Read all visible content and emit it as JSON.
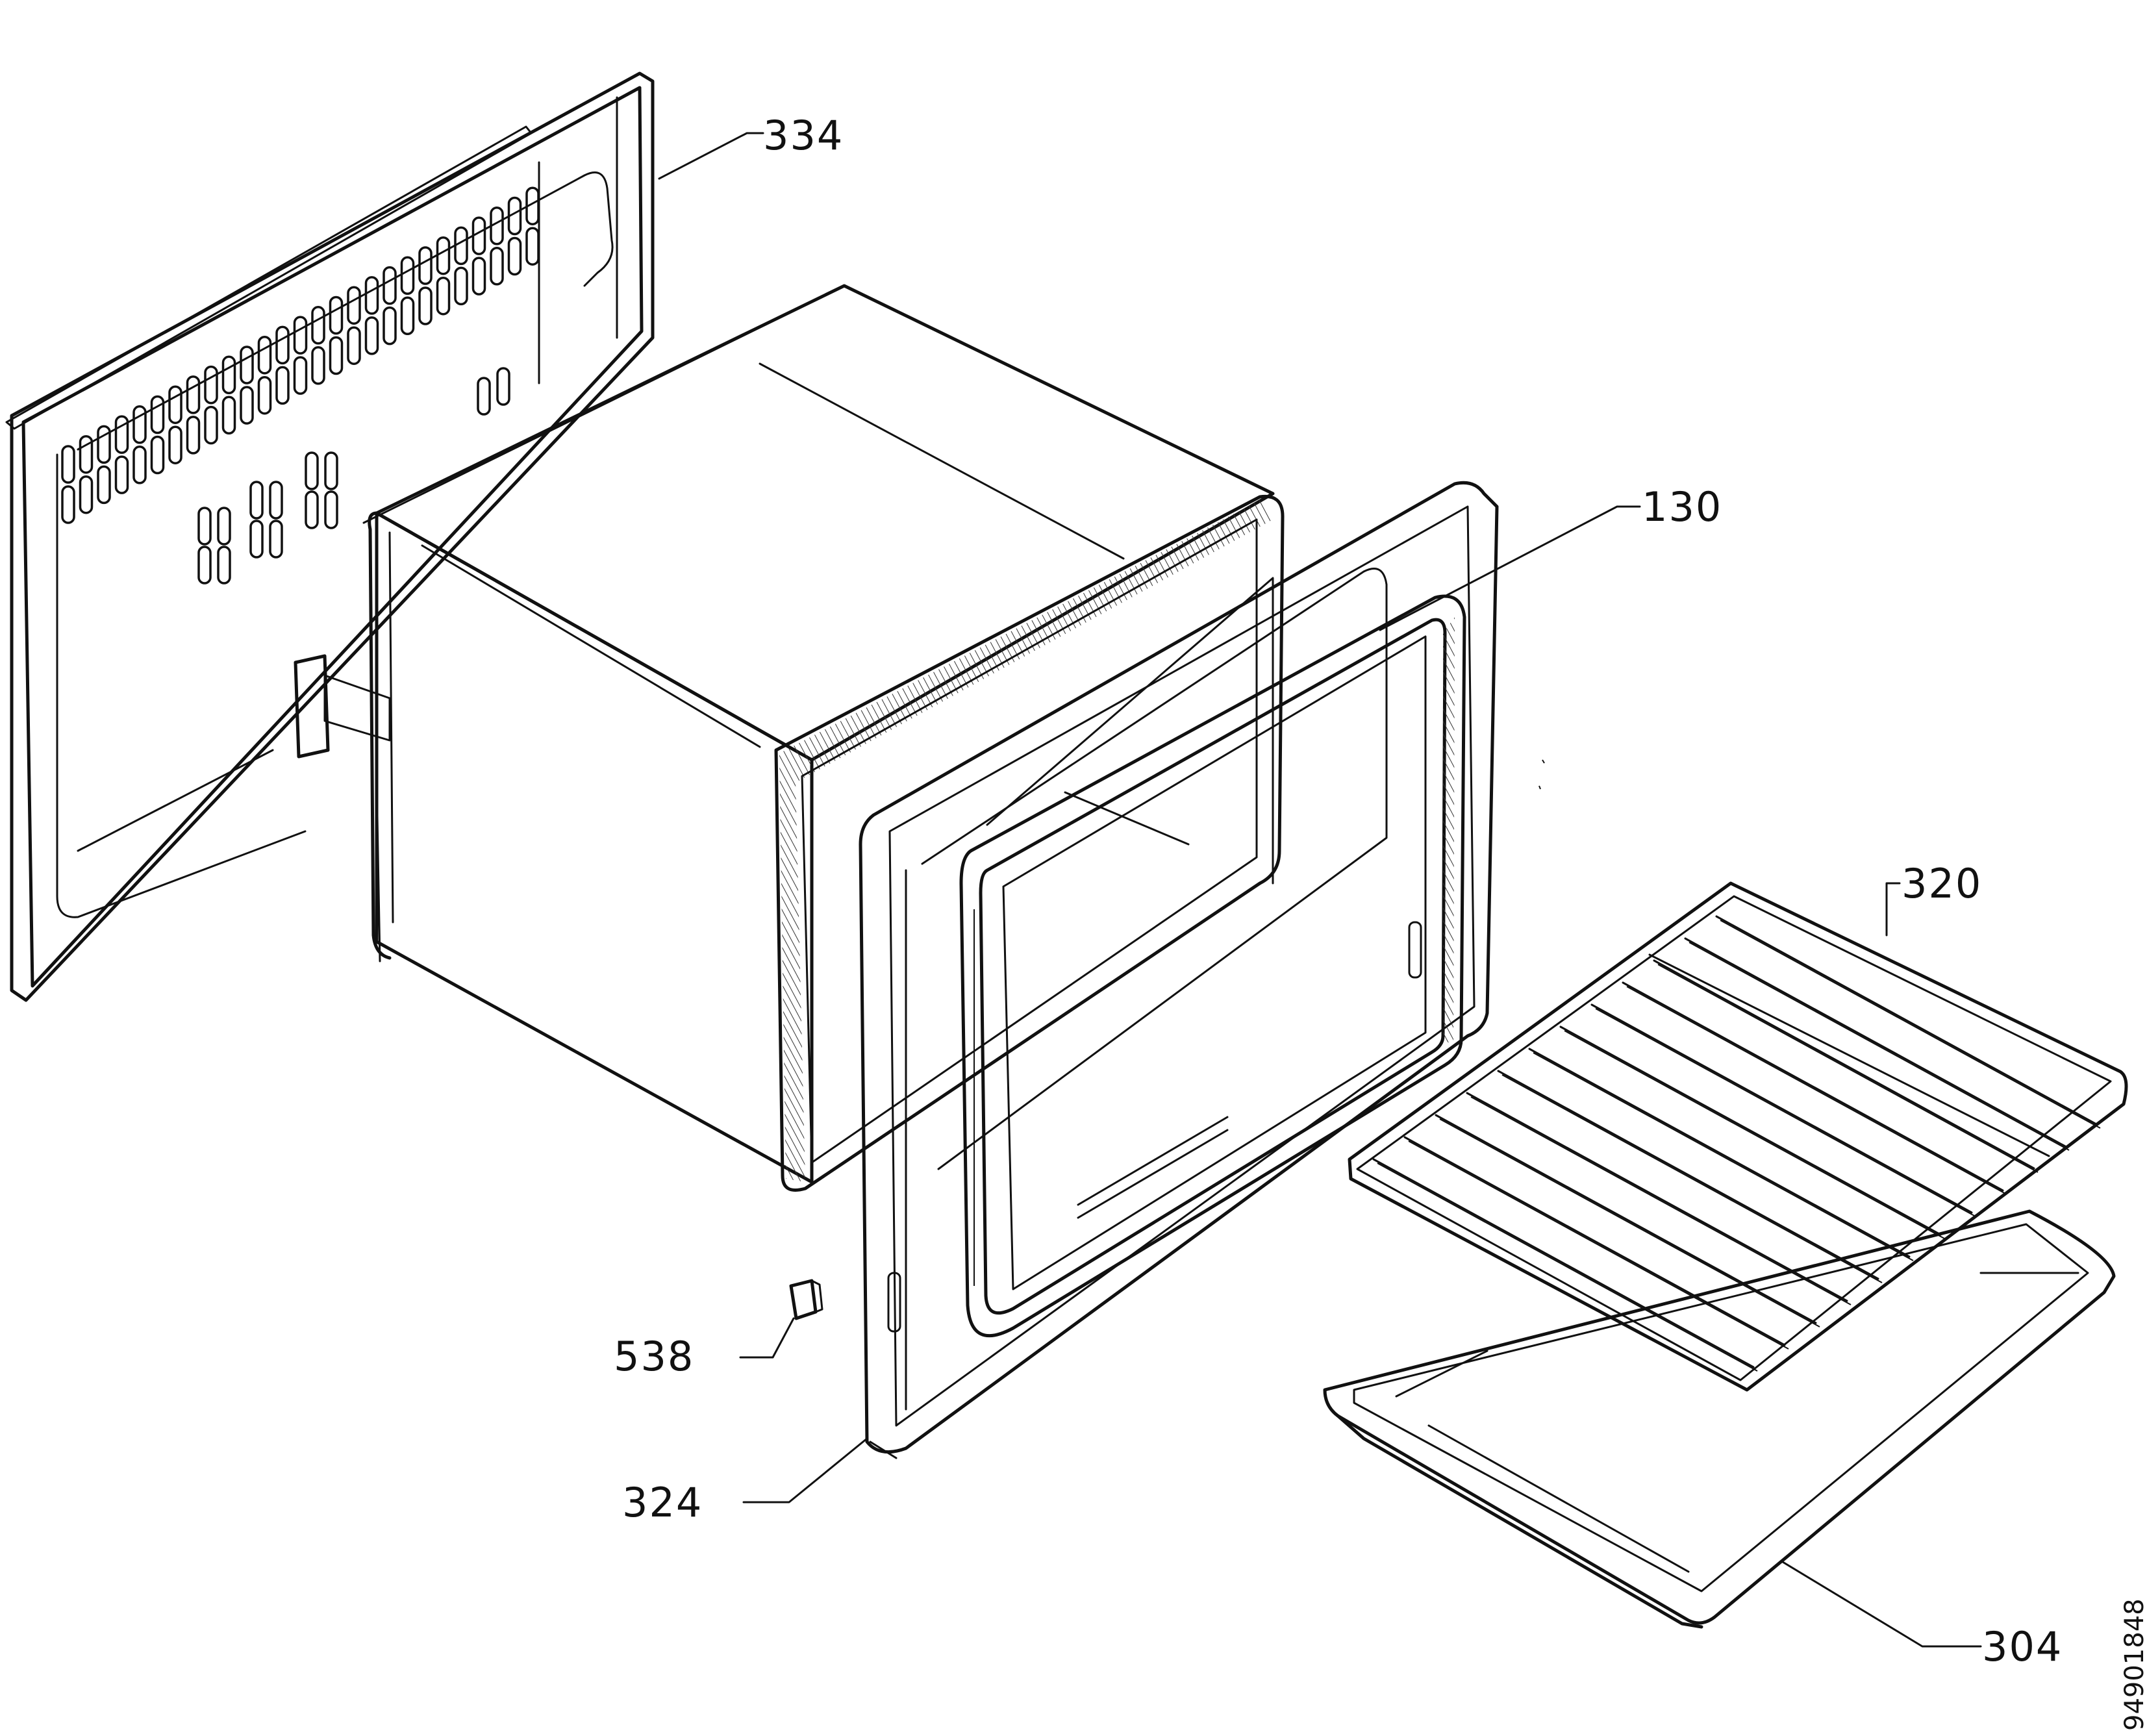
{
  "callouts": [
    {
      "id": "334",
      "label": "334"
    },
    {
      "id": "130",
      "label": "130"
    },
    {
      "id": "320",
      "label": "320"
    },
    {
      "id": "538",
      "label": "538"
    },
    {
      "id": "324",
      "label": "324"
    },
    {
      "id": "304",
      "label": "304"
    }
  ],
  "drawing_code": "94901848",
  "colors": {
    "ink": "#111111",
    "background": "#ffffff"
  }
}
